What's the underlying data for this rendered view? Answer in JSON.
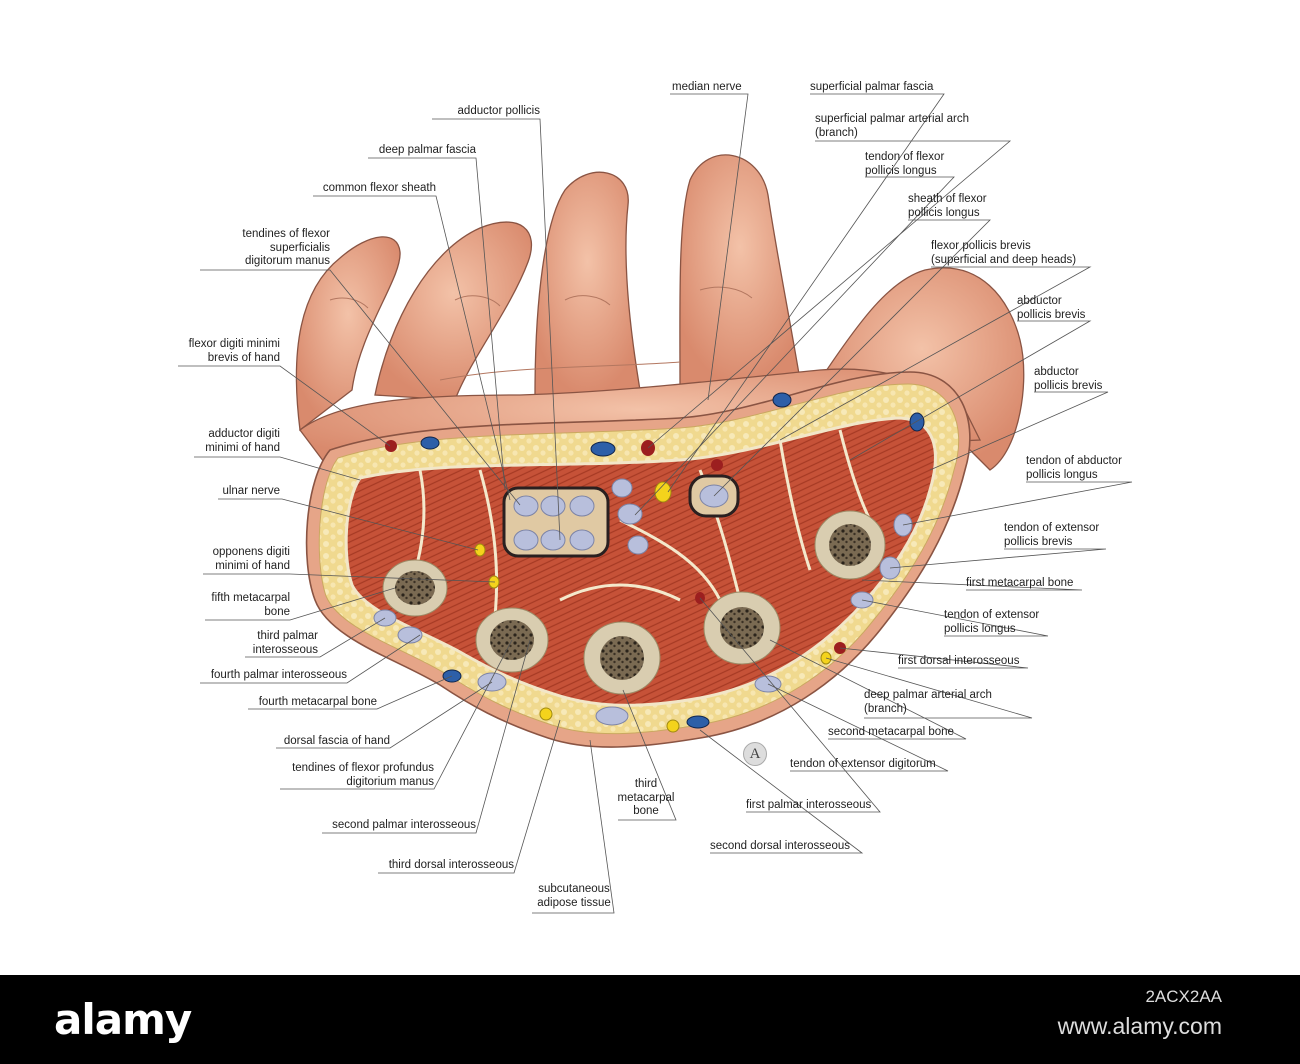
{
  "labels_left": [
    {
      "key": "adductor-pollicis",
      "text": "adductor pollicis"
    },
    {
      "key": "deep-palmar-fascia",
      "text": "deep palmar fascia"
    },
    {
      "key": "common-flexor-sheath",
      "text": "common flexor sheath"
    },
    {
      "key": "tendines-flexor-superficialis",
      "text": "tendines of flexor\nsuperficialis\ndigitorum manus"
    },
    {
      "key": "flexor-digiti-minimi",
      "text": "flexor digiti minimi\nbrevis of hand"
    },
    {
      "key": "adductor-digiti-minimi",
      "text": "adductor digiti\nminimi of hand"
    },
    {
      "key": "ulnar-nerve",
      "text": "ulnar nerve"
    },
    {
      "key": "opponens-digiti-minimi",
      "text": "opponens digiti\nminimi of hand"
    },
    {
      "key": "fifth-metacarpal",
      "text": "fifth metacarpal\nbone"
    },
    {
      "key": "third-palmar-interosseous",
      "text": "third palmar\ninterosseous"
    },
    {
      "key": "fourth-palmar-interosseous",
      "text": "fourth palmar interosseous"
    },
    {
      "key": "fourth-metacarpal",
      "text": "fourth metacarpal bone"
    },
    {
      "key": "dorsal-fascia",
      "text": "dorsal fascia of hand"
    },
    {
      "key": "tendines-flexor-profundus",
      "text": "tendines of flexor profundus\ndigitorium manus"
    },
    {
      "key": "second-palmar-interosseous",
      "text": "second palmar interosseous"
    },
    {
      "key": "third-dorsal-interosseous",
      "text": "third dorsal interosseous"
    },
    {
      "key": "subcutaneous-adipose",
      "text": "subcutaneous\nadipose tissue"
    },
    {
      "key": "third-metacarpal",
      "text": "third\nmetacarpal\nbone"
    }
  ],
  "labels_right": [
    {
      "key": "median-nerve",
      "text": "median nerve"
    },
    {
      "key": "superficial-palmar-fascia",
      "text": "superficial palmar fascia"
    },
    {
      "key": "superficial-palmar-arch",
      "text": "superficial palmar arterial arch\n(branch)"
    },
    {
      "key": "tendon-flexor-pollicis-longus",
      "text": "tendon of flexor\npollicis longus"
    },
    {
      "key": "sheath-flexor-pollicis-longus",
      "text": "sheath of flexor\npollicis longus"
    },
    {
      "key": "flexor-pollicis-brevis",
      "text": "flexor pollicis brevis\n(superficial and deep heads)"
    },
    {
      "key": "abductor-pollicis-brevis-1",
      "text": "abductor\npollicis brevis"
    },
    {
      "key": "abductor-pollicis-brevis-2",
      "text": "abductor\npollicis brevis"
    },
    {
      "key": "tendon-abductor-pollicis-longus",
      "text": "tendon of abductor\npollicis longus"
    },
    {
      "key": "tendon-extensor-pollicis-brevis",
      "text": "tendon of extensor\npollicis brevis"
    },
    {
      "key": "first-metacarpal",
      "text": "first metacarpal bone"
    },
    {
      "key": "tendon-extensor-pollicis-longus",
      "text": "tendon of extensor\npollicis longus"
    },
    {
      "key": "first-dorsal-interosseous",
      "text": "first dorsal interosseous"
    },
    {
      "key": "deep-palmar-arch",
      "text": "deep palmar arterial arch\n(branch)"
    },
    {
      "key": "second-metacarpal",
      "text": "second metacarpal bone"
    },
    {
      "key": "tendon-extensor-digitorum",
      "text": "tendon of extensor digitorum"
    },
    {
      "key": "first-palmar-interosseous",
      "text": "first palmar interosseous"
    },
    {
      "key": "second-dorsal-interosseous",
      "text": "second dorsal interosseous"
    }
  ],
  "figure_marker": "A",
  "footer": {
    "logo": "alamy",
    "image_id": "2ACX2AA",
    "site": "www.alamy.com"
  },
  "colors": {
    "skin": "#e9a58a",
    "fat": "#f1dc9c",
    "muscle": "#c9553a",
    "bone": "#d9cdb0",
    "vein": "#2d5fa8",
    "artery": "#9c1f1f",
    "nerve": "#f4d31c",
    "tendon": "#b8bfdc"
  }
}
